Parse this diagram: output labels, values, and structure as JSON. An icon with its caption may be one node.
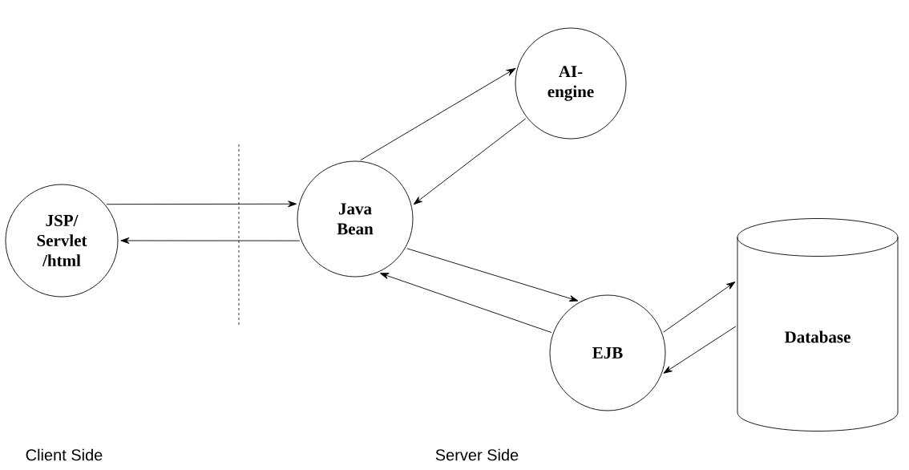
{
  "diagram": {
    "nodes": [
      {
        "text": [
          "JSP/ Servlet /html"
        ]
      },
      {
        "text": [
          "Java Bean"
        ]
      },
      {
        "text": [
          "AI- engine"
        ]
      },
      {
        "text": [
          "EJB"
        ]
      },
      {
        "text": [
          "Database"
        ]
      }
    ],
    "edges": [
      {
        "from": 0,
        "to": 1,
        "arrow": "to"
      },
      {
        "from": 1,
        "to": 0,
        "arrow": "to"
      },
      {
        "from": 1,
        "to": 2,
        "arrow": "to"
      },
      {
        "from": 2,
        "to": 1,
        "arrow": "to"
      },
      {
        "from": 1,
        "to": 3,
        "arrow": "to"
      },
      {
        "from": 3,
        "to": 1,
        "arrow": "to"
      },
      {
        "from": 3,
        "to": 4,
        "arrow": "to"
      },
      {
        "from": 4,
        "to": 3,
        "arrow": "to"
      }
    ],
    "labels": [
      "Client Side",
      "Server Side"
    ]
  }
}
